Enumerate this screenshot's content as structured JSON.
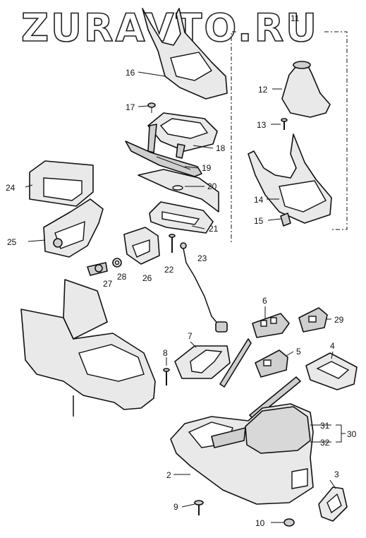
{
  "watermark": "ZURAVTO.RU",
  "callouts": {
    "c2": "2",
    "c3": "3",
    "c4": "4",
    "c5": "5",
    "c6": "6",
    "c7": "7",
    "c8": "8",
    "c9": "9",
    "c10": "10",
    "c11": "11",
    "c12": "12",
    "c13": "13",
    "c14": "14",
    "c15": "15",
    "c16": "16",
    "c17": "17",
    "c18": "18",
    "c19": "19",
    "c20": "20",
    "c21": "21",
    "c22": "22",
    "c23": "23",
    "c24": "24",
    "c25": "25",
    "c26": "26",
    "c27": "27",
    "c28": "28",
    "c29": "29",
    "c30": "30",
    "c31": "31",
    "c32": "32"
  }
}
